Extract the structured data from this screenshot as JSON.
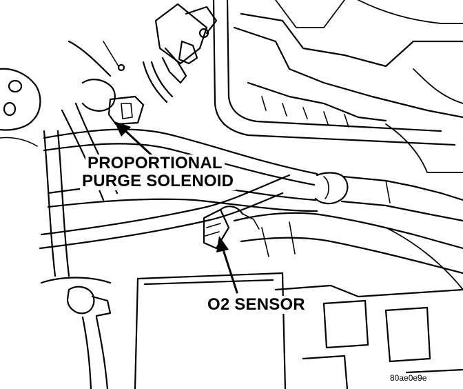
{
  "labels": {
    "proportional_purge_solenoid_line1": "PROPORTIONAL",
    "proportional_purge_solenoid_line2": "PURGE SOLENOID",
    "o2_sensor": "O2 SENSOR",
    "figure_id": "80ae0e9e"
  },
  "colors": {
    "ink": "#000000",
    "paper": "#ffffff"
  }
}
